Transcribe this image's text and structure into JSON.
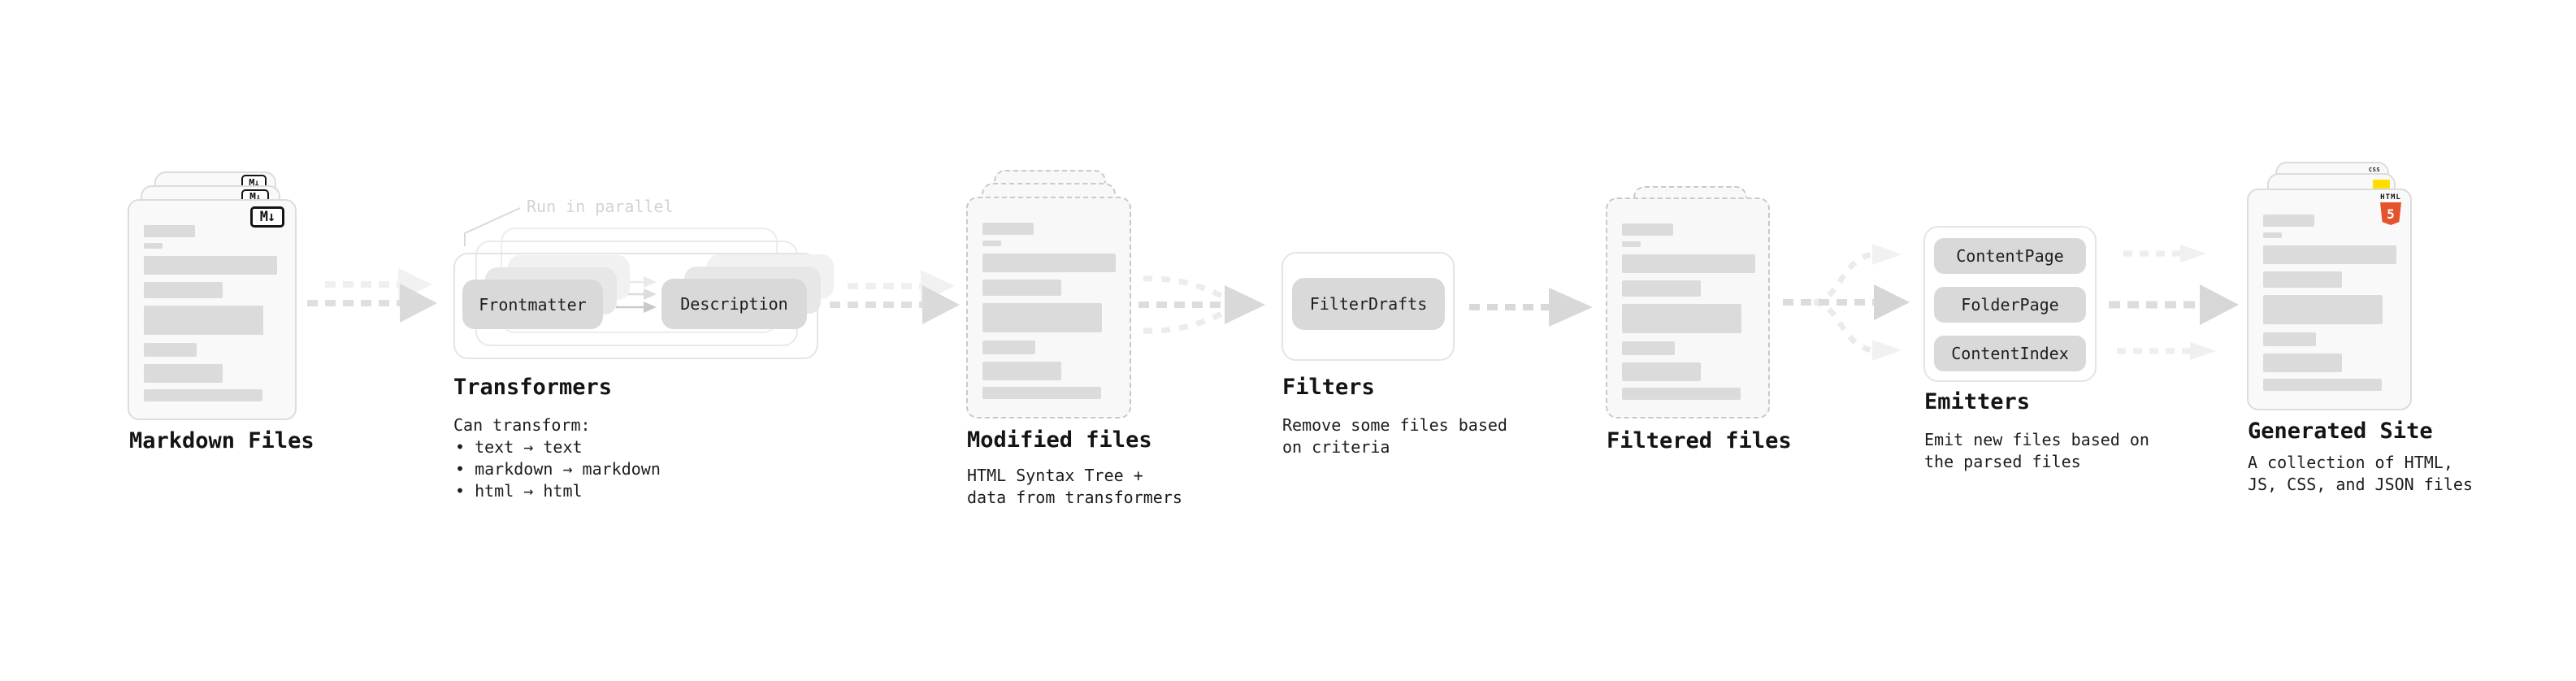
{
  "diagram": {
    "markdown": {
      "label": "Markdown Files",
      "icon_glyph": "M↓"
    },
    "transformers": {
      "annotation": "Run in parallel",
      "step_from": "Frontmatter",
      "step_to": "Description",
      "title": "Transformers",
      "desc_heading": "Can transform:",
      "bullets": [
        "• text → text",
        "• markdown → markdown",
        "• html → html"
      ]
    },
    "modified": {
      "label": "Modified files",
      "desc": [
        "HTML Syntax Tree +",
        "data from transformers"
      ]
    },
    "filters": {
      "title": "Filters",
      "button": "FilterDrafts",
      "desc": [
        "Remove some files based",
        "on criteria"
      ]
    },
    "filtered": {
      "label": "Filtered files"
    },
    "emitters": {
      "title": "Emitters",
      "buttons": [
        "ContentPage",
        "FolderPage",
        "ContentIndex"
      ],
      "desc": [
        "Emit new files based on",
        "the parsed files"
      ]
    },
    "generated": {
      "label": "Generated Site",
      "desc": [
        "A collection of HTML,",
        "JS, CSS, and JSON files"
      ],
      "html_badge_word": "HTML",
      "html_badge_number": "5",
      "css_badge_word": "CSS"
    }
  },
  "colors": {
    "html5_orange": "#e5532c",
    "js_yellow": "#ffde00",
    "css_blue": "#3d7bfd",
    "card_fill": "#f9f9f9",
    "chip_fill": "#d9d9d9",
    "arrow_gray": "#d9d9d9"
  }
}
